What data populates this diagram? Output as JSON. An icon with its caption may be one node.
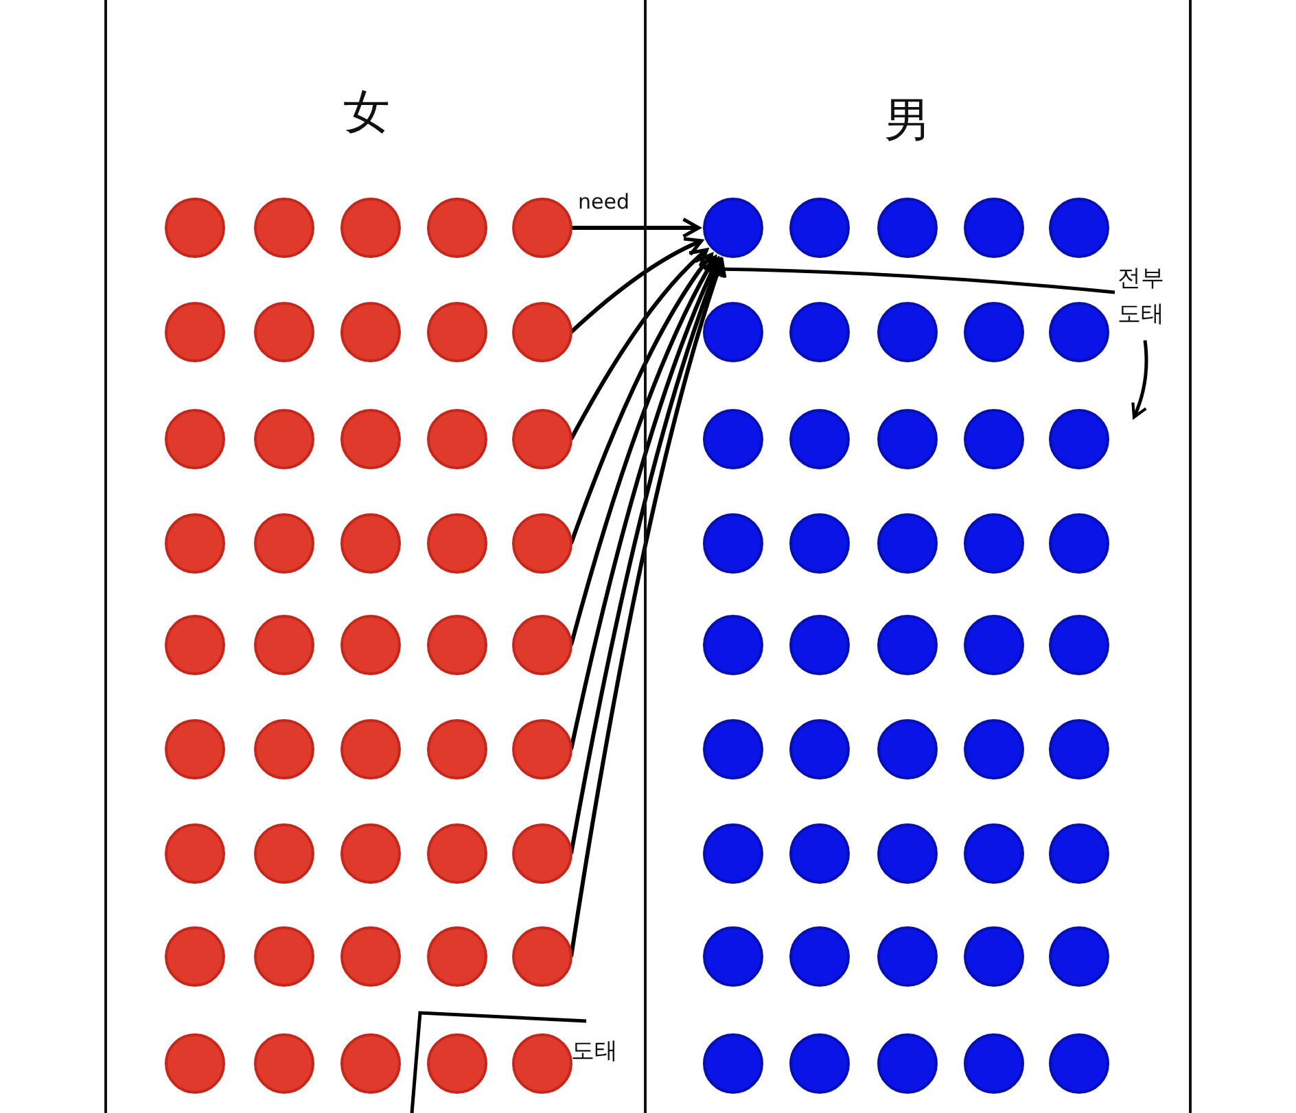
{
  "diagram": {
    "nodes": [
      {
        "text": [
          "女"
        ]
      },
      {
        "text": [
          "男"
        ]
      },
      {
        "text": [],
        "shape": "circle",
        "in": 0
      },
      {
        "text": [],
        "shape": "circle",
        "in": 0
      },
      {
        "text": [],
        "shape": "circle",
        "in": 0
      },
      {
        "text": [],
        "shape": "circle",
        "in": 0
      },
      {
        "text": [],
        "shape": "circle",
        "in": 0
      },
      {
        "text": [],
        "shape": "circle",
        "in": 0
      },
      {
        "text": [],
        "shape": "circle",
        "in": 0
      },
      {
        "text": [],
        "shape": "circle",
        "in": 0
      },
      {
        "text": [],
        "shape": "circle",
        "in": 0
      },
      {
        "text": [],
        "shape": "circle",
        "in": 0
      },
      {
        "text": [],
        "shape": "circle",
        "in": 0
      },
      {
        "text": [],
        "shape": "circle",
        "in": 0
      },
      {
        "text": [],
        "shape": "circle",
        "in": 0
      },
      {
        "text": [],
        "shape": "circle",
        "in": 0
      },
      {
        "text": [],
        "shape": "circle",
        "in": 0
      },
      {
        "text": [],
        "shape": "circle",
        "in": 0
      },
      {
        "text": [],
        "shape": "circle",
        "in": 0
      },
      {
        "text": [],
        "shape": "circle",
        "in": 0
      },
      {
        "text": [],
        "shape": "circle",
        "in": 0
      },
      {
        "text": [],
        "shape": "circle",
        "in": 0
      },
      {
        "text": [],
        "shape": "circle",
        "in": 0
      },
      {
        "text": [],
        "shape": "circle",
        "in": 0
      },
      {
        "text": [],
        "shape": "circle",
        "in": 0
      },
      {
        "text": [],
        "shape": "circle",
        "in": 0
      },
      {
        "text": [],
        "shape": "circle",
        "in": 0
      },
      {
        "text": [],
        "shape": "circle",
        "in": 0
      },
      {
        "text": [],
        "shape": "circle",
        "in": 0
      },
      {
        "text": [],
        "shape": "circle",
        "in": 0
      },
      {
        "text": [],
        "shape": "circle",
        "in": 0
      },
      {
        "text": [],
        "shape": "circle",
        "in": 0
      },
      {
        "text": [],
        "shape": "circle",
        "in": 0
      },
      {
        "text": [],
        "shape": "circle",
        "in": 0
      },
      {
        "text": [],
        "shape": "circle",
        "in": 0
      },
      {
        "text": [],
        "shape": "circle",
        "in": 0
      },
      {
        "text": [],
        "shape": "circle",
        "in": 0
      },
      {
        "text": [],
        "shape": "circle",
        "in": 0
      },
      {
        "text": [],
        "shape": "circle",
        "in": 0
      },
      {
        "text": [],
        "shape": "circle",
        "in": 0
      },
      {
        "text": [],
        "shape": "circle",
        "in": 0
      },
      {
        "text": [],
        "shape": "circle",
        "in": 0
      },
      {
        "text": [],
        "shape": "circle",
        "in": 0
      },
      {
        "text": [],
        "shape": "circle",
        "in": 0
      },
      {
        "text": [],
        "shape": "circle",
        "in": 0
      },
      {
        "text": [],
        "shape": "circle",
        "in": 0
      },
      {
        "text": [],
        "shape": "circle",
        "in": 0
      },
      {
        "text": [],
        "shape": "circle",
        "in": 1
      },
      {
        "text": [],
        "shape": "circle",
        "in": 1
      },
      {
        "text": [],
        "shape": "circle",
        "in": 1
      },
      {
        "text": [],
        "shape": "circle",
        "in": 1
      },
      {
        "text": [],
        "shape": "circle",
        "in": 1
      },
      {
        "text": [],
        "shape": "circle",
        "in": 1
      },
      {
        "text": [],
        "shape": "circle",
        "in": 1
      },
      {
        "text": [],
        "shape": "circle",
        "in": 1
      },
      {
        "text": [],
        "shape": "circle",
        "in": 1
      },
      {
        "text": [],
        "shape": "circle",
        "in": 1
      },
      {
        "text": [],
        "shape": "circle",
        "in": 1
      },
      {
        "text": [],
        "shape": "circle",
        "in": 1
      },
      {
        "text": [],
        "shape": "circle",
        "in": 1
      },
      {
        "text": [],
        "shape": "circle",
        "in": 1
      },
      {
        "text": [],
        "shape": "circle",
        "in": 1
      },
      {
        "text": [],
        "shape": "circle",
        "in": 1
      },
      {
        "text": [],
        "shape": "circle",
        "in": 1
      },
      {
        "text": [],
        "shape": "circle",
        "in": 1
      },
      {
        "text": [],
        "shape": "circle",
        "in": 1
      },
      {
        "text": [],
        "shape": "circle",
        "in": 1
      },
      {
        "text": [],
        "shape": "circle",
        "in": 1
      },
      {
        "text": [],
        "shape": "circle",
        "in": 1
      },
      {
        "text": [],
        "shape": "circle",
        "in": 1
      },
      {
        "text": [],
        "shape": "circle",
        "in": 1
      },
      {
        "text": [],
        "shape": "circle",
        "in": 1
      },
      {
        "text": [],
        "shape": "circle",
        "in": 1
      },
      {
        "text": [],
        "shape": "circle",
        "in": 1
      },
      {
        "text": [],
        "shape": "circle",
        "in": 1
      },
      {
        "text": [],
        "shape": "circle",
        "in": 1
      },
      {
        "text": [],
        "shape": "circle",
        "in": 1
      },
      {
        "text": [],
        "shape": "circle",
        "in": 1
      },
      {
        "text": [],
        "shape": "circle",
        "in": 1
      },
      {
        "text": [],
        "shape": "circle",
        "in": 1
      },
      {
        "text": [],
        "shape": "circle",
        "in": 1
      },
      {
        "text": [],
        "shape": "circle",
        "in": 1
      },
      {
        "text": [],
        "shape": "circle",
        "in": 1
      },
      {
        "text": [],
        "shape": "circle",
        "in": 1
      },
      {
        "text": [],
        "shape": "circle",
        "in": 1
      },
      {
        "text": [],
        "shape": "circle",
        "in": 1
      },
      {
        "text": [],
        "shape": "circle",
        "in": 1
      },
      {
        "text": [],
        "shape": "circle",
        "in": 1
      },
      {
        "text": [],
        "shape": "circle",
        "in": 1
      },
      {
        "text": [],
        "shape": "circle",
        "in": 1
      },
      {
        "text": [],
        "shape": "circle",
        "in": 1
      },
      {
        "text": [],
        "shape": "circle",
        "in": 1
      }
    ],
    "edges": [
      {
        "from": 6,
        "to": 47,
        "arrow": "to",
        "label": "need"
      },
      {
        "from": 11,
        "to": 47,
        "arrow": "to"
      },
      {
        "from": 16,
        "to": 47,
        "arrow": "to"
      },
      {
        "from": 21,
        "to": 47,
        "arrow": "to"
      },
      {
        "from": 26,
        "to": 47,
        "arrow": "to"
      },
      {
        "from": 31,
        "to": 47,
        "arrow": "to"
      },
      {
        "from": 36,
        "to": 47,
        "arrow": "to"
      },
      {
        "from": 41,
        "to": 47,
        "arrow": "to"
      }
    ],
    "labels": [
      "전부 도태",
      "도태"
    ]
  }
}
